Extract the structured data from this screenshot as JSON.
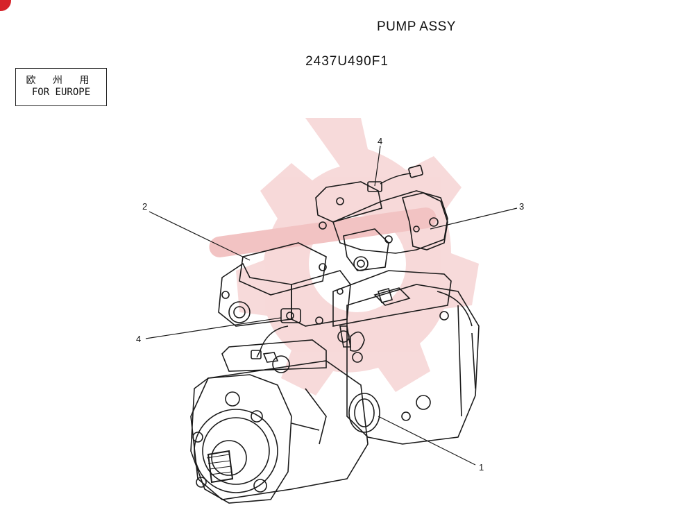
{
  "header": {
    "title": "PUMP ASSY",
    "part_number": "2437U490F1"
  },
  "region_note": {
    "cjk": "欧 州 用",
    "english": "FOR EUROPE"
  },
  "callouts": [
    "1",
    "2",
    "3",
    "4",
    "4"
  ],
  "colors": {
    "watermark": "#f4c9c9",
    "accent_badge": "#d6232a",
    "line": "#1a1a1a"
  }
}
